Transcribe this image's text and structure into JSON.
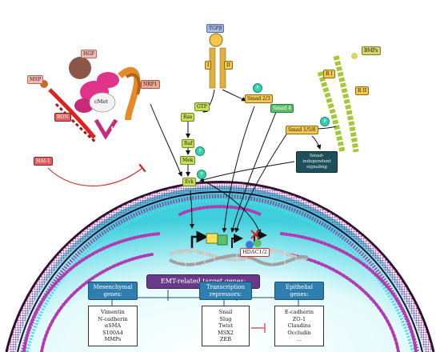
{
  "labels": {
    "tgfb": "TGFβ",
    "bmps": "BMPs",
    "hgf": "HGF",
    "msp": "MSP",
    "nrp1": "NRP1",
    "ron": "RON",
    "cmet": "cMet",
    "hai1": "HAI-1",
    "receptor_i": "I",
    "receptor_ii": "II",
    "r1": "R I",
    "r2": "R II",
    "smad23": "Smad 2/3",
    "smad4": "Smad 4",
    "smad158": "Smad 1/5/8",
    "smad_indep": "Smad-independent signaling",
    "ras": "Ras",
    "gtp": "GTP",
    "raf": "Raf",
    "mek": "Mek",
    "erk": "Erk",
    "p": "P",
    "hdac": "HDAC1/2"
  },
  "banner": "EMT-related target genes:",
  "groups": [
    {
      "title": [
        "Mesenchymal",
        "genes:"
      ],
      "items": [
        "Vimentin",
        "N-cadherin",
        "αSMA",
        "S100A4",
        "MMPs"
      ]
    },
    {
      "title": [
        "Transcription",
        "repressors:"
      ],
      "items": [
        "Snail",
        "Slug",
        "Twist",
        "MSX2",
        "ZEB"
      ]
    },
    {
      "title": [
        "Epithelial",
        "genes:"
      ],
      "items": [
        "E-cadherin",
        "ZO-1",
        "Claudins",
        "Occludin",
        "..."
      ]
    }
  ],
  "colors": {
    "cytoplasm": "#4fd8e2",
    "membrane": "#7a2a7a",
    "nuclear_envelope": "#b23ab2",
    "banner": "#6a3a8a",
    "gene_box": "#2e7fb0",
    "inhibition": "#c83232"
  }
}
